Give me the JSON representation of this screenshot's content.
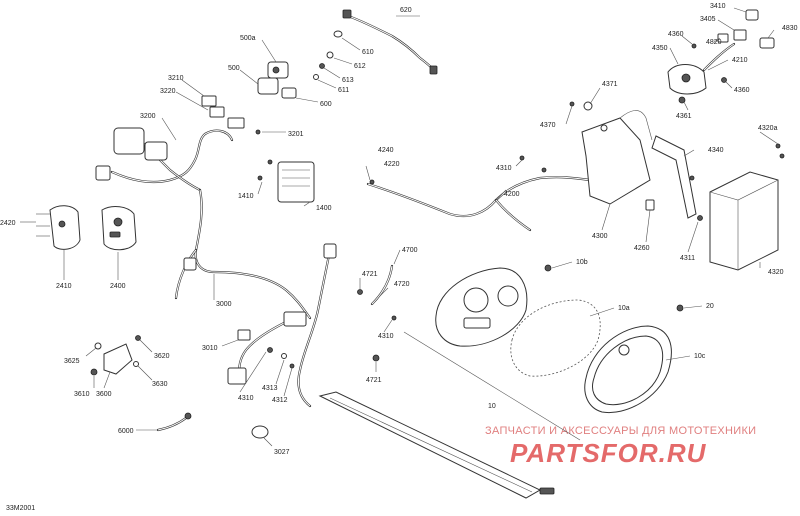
{
  "drawing_code": "33M2001",
  "watermark": {
    "caption": "ЗАПЧАСТИ И АКСЕССУАРЫ ДЛЯ МОТОТЕХНИКИ",
    "logo": "PARTSFOR.RU"
  },
  "callouts": [
    {
      "id": "620",
      "text": "620"
    },
    {
      "id": "610",
      "text": "610"
    },
    {
      "id": "612",
      "text": "612"
    },
    {
      "id": "613",
      "text": "613"
    },
    {
      "id": "611",
      "text": "611"
    },
    {
      "id": "600",
      "text": "600"
    },
    {
      "id": "500a",
      "text": "500a"
    },
    {
      "id": "500",
      "text": "500"
    },
    {
      "id": "3210",
      "text": "3210"
    },
    {
      "id": "3220",
      "text": "3220"
    },
    {
      "id": "3200",
      "text": "3200"
    },
    {
      "id": "3201",
      "text": "3201"
    },
    {
      "id": "1410",
      "text": "1410"
    },
    {
      "id": "1400",
      "text": "1400"
    },
    {
      "id": "2420",
      "text": "2420"
    },
    {
      "id": "2410",
      "text": "2410"
    },
    {
      "id": "2400",
      "text": "2400"
    },
    {
      "id": "3000",
      "text": "3000"
    },
    {
      "id": "3010",
      "text": "3010"
    },
    {
      "id": "4240",
      "text": "4240"
    },
    {
      "id": "4220",
      "text": "4220"
    },
    {
      "id": "4310a",
      "text": "4310"
    },
    {
      "id": "4200",
      "text": "4200"
    },
    {
      "id": "4370",
      "text": "4370"
    },
    {
      "id": "4371",
      "text": "4371"
    },
    {
      "id": "4300",
      "text": "4300"
    },
    {
      "id": "4260",
      "text": "4260"
    },
    {
      "id": "4311",
      "text": "4311"
    },
    {
      "id": "4340",
      "text": "4340"
    },
    {
      "id": "4320a",
      "text": "4320a"
    },
    {
      "id": "4320",
      "text": "4320"
    },
    {
      "id": "3410",
      "text": "3410"
    },
    {
      "id": "3405",
      "text": "3405"
    },
    {
      "id": "4830",
      "text": "4830"
    },
    {
      "id": "4360a",
      "text": "4360"
    },
    {
      "id": "4820",
      "text": "4820"
    },
    {
      "id": "4350",
      "text": "4350"
    },
    {
      "id": "4210",
      "text": "4210"
    },
    {
      "id": "4360b",
      "text": "4360"
    },
    {
      "id": "4361",
      "text": "4361"
    },
    {
      "id": "4700",
      "text": "4700"
    },
    {
      "id": "4721a",
      "text": "4721"
    },
    {
      "id": "4720",
      "text": "4720"
    },
    {
      "id": "4310b",
      "text": "4310"
    },
    {
      "id": "4721b",
      "text": "4721"
    },
    {
      "id": "10b",
      "text": "10b"
    },
    {
      "id": "10a",
      "text": "10a"
    },
    {
      "id": "20",
      "text": "20"
    },
    {
      "id": "10c",
      "text": "10c"
    },
    {
      "id": "10",
      "text": "10"
    },
    {
      "id": "3625",
      "text": "3625"
    },
    {
      "id": "3620",
      "text": "3620"
    },
    {
      "id": "3610",
      "text": "3610"
    },
    {
      "id": "3600",
      "text": "3600"
    },
    {
      "id": "3630",
      "text": "3630"
    },
    {
      "id": "4310c",
      "text": "4310"
    },
    {
      "id": "4313",
      "text": "4313"
    },
    {
      "id": "4312",
      "text": "4312"
    },
    {
      "id": "6000",
      "text": "6000"
    },
    {
      "id": "3027",
      "text": "3027"
    }
  ]
}
